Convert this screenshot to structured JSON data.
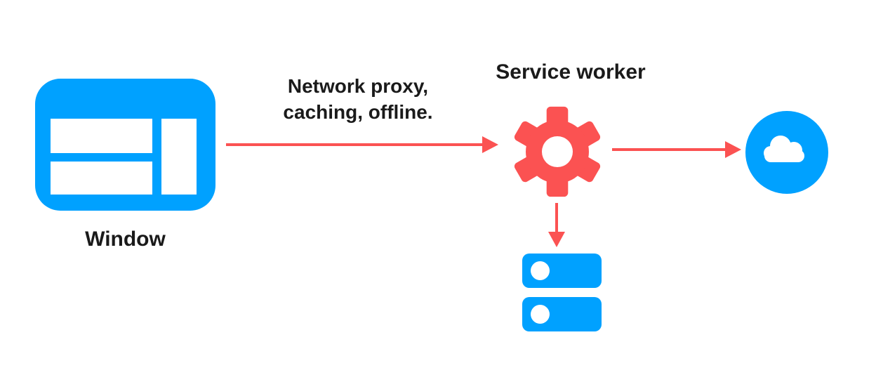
{
  "colors": {
    "blue": "#00A1FF",
    "red": "#FB5252",
    "text": "#1A1A1A",
    "white": "#FFFFFF"
  },
  "nodes": {
    "window": {
      "label": "Window",
      "icon": "browser-window-icon"
    },
    "service_worker": {
      "label": "Service worker",
      "icon": "gear-icon"
    },
    "network": {
      "icon": "cloud-icon"
    },
    "storage": {
      "icon": "database-icon"
    }
  },
  "edges": {
    "window_to_worker": {
      "label_line1": "Network proxy,",
      "label_line2": "caching, offline.",
      "direction": "right"
    },
    "worker_to_network": {
      "direction": "right"
    },
    "worker_to_storage": {
      "direction": "down"
    }
  }
}
